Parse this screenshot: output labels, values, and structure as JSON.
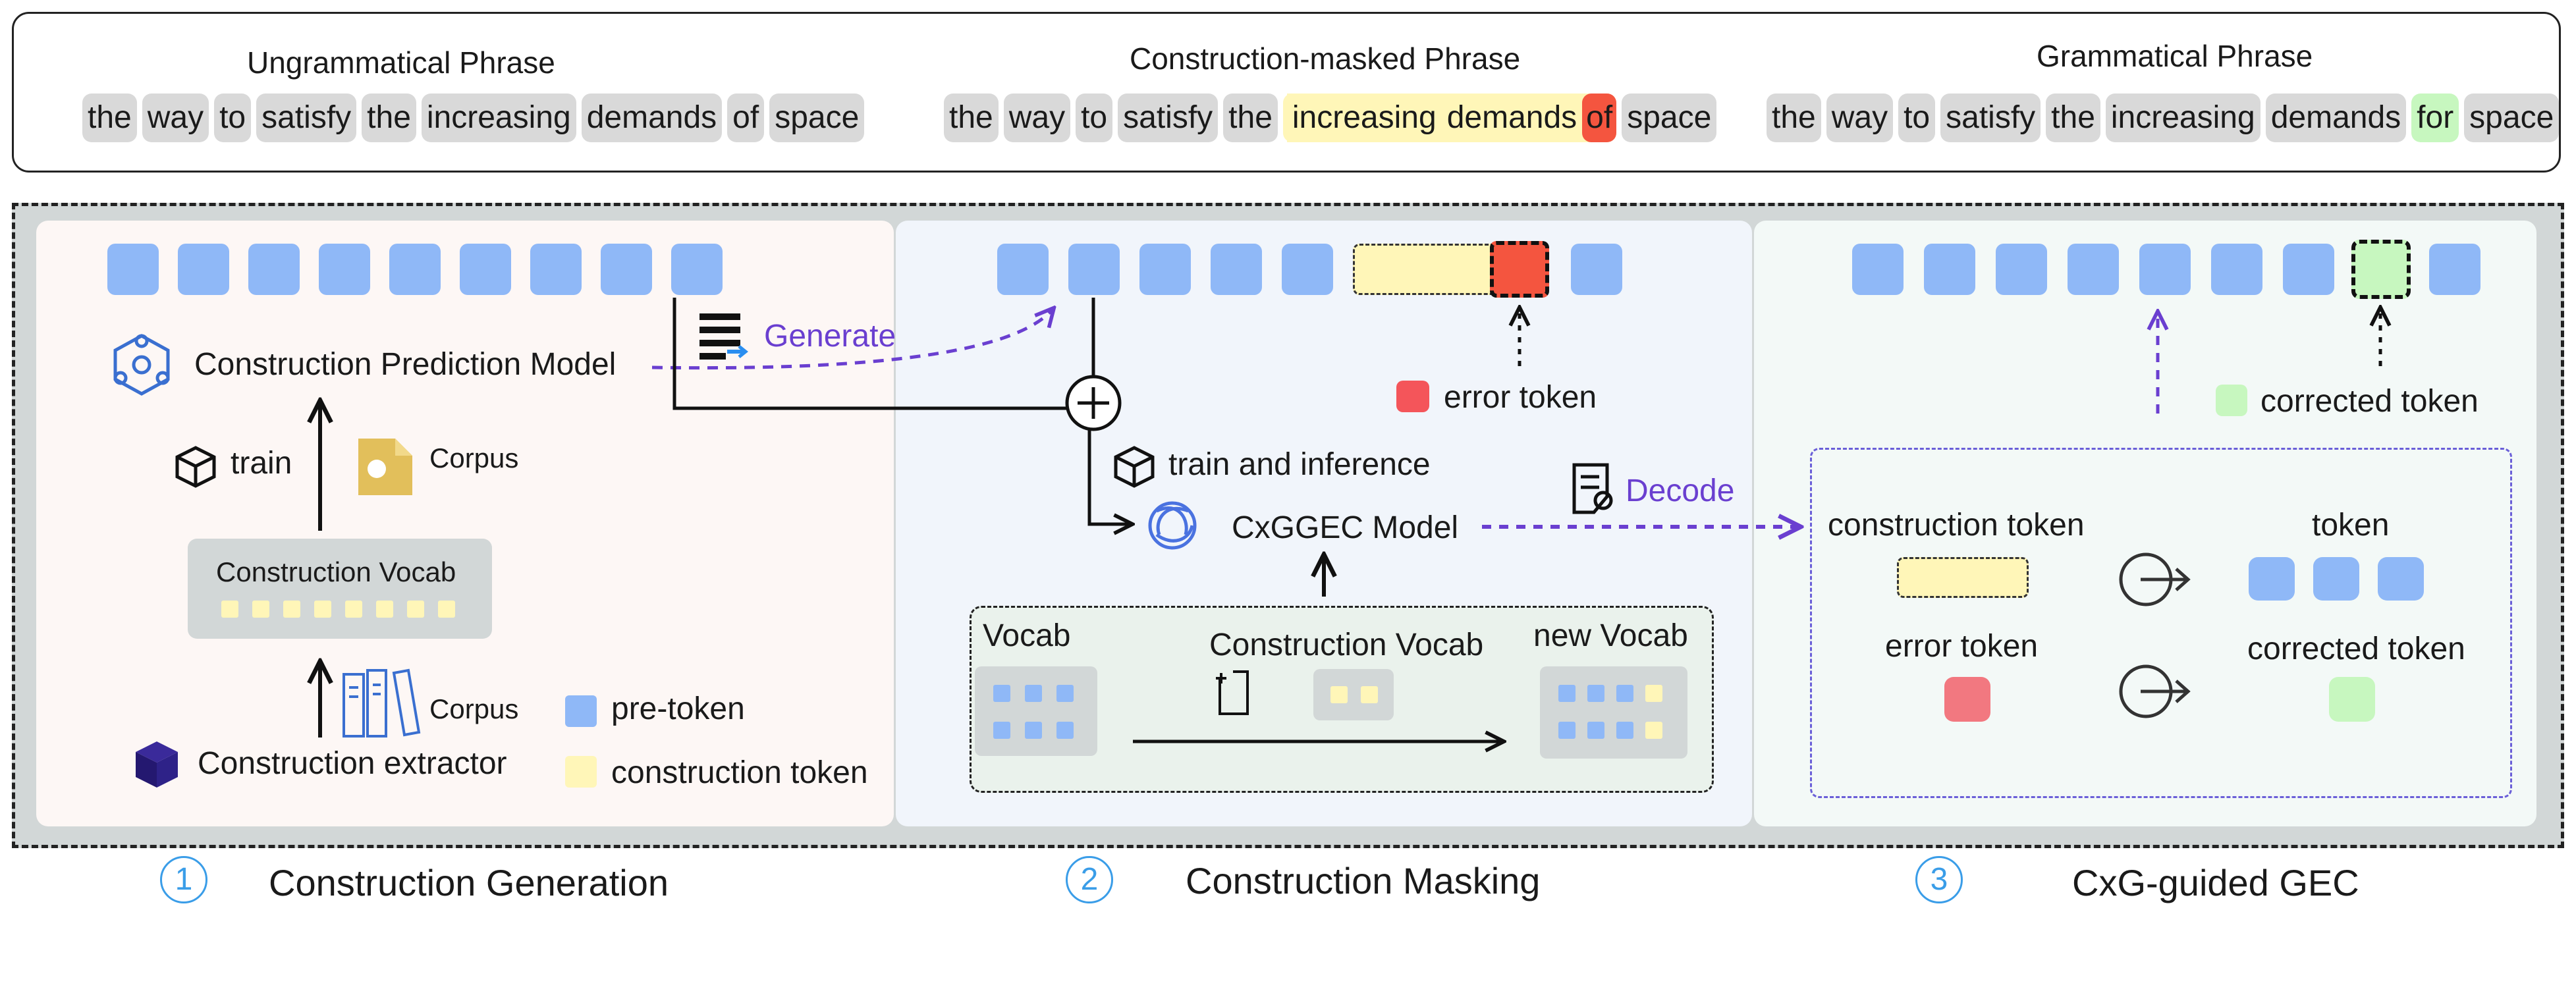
{
  "phrases": {
    "ungrammatical": {
      "title": "Ungrammatical Phrase",
      "tokens": [
        "the",
        "way",
        "to",
        "satisfy",
        "the",
        "increasing",
        "demands",
        "of",
        "space"
      ]
    },
    "masked": {
      "title": "Construction-masked Phrase",
      "tokens": [
        "the",
        "way",
        "to",
        "satisfy",
        "the",
        "increasing",
        "demands",
        "of",
        "space"
      ]
    },
    "grammatical": {
      "title": "Grammatical Phrase",
      "tokens": [
        "the",
        "way",
        "to",
        "satisfy",
        "the",
        "increasing",
        "demands",
        "for",
        "space"
      ]
    }
  },
  "panel1": {
    "prediction_model": "Construction Prediction Model",
    "generate": "Generate",
    "train": "train",
    "corpus_top": "Corpus",
    "construction_vocab": "Construction Vocab",
    "corpus_bottom": "Corpus",
    "extractor": "Construction extractor",
    "legend_pre_token": "pre-token",
    "legend_construction_token": "construction token"
  },
  "panel2": {
    "error_token": "error token",
    "train_inference": "train and inference",
    "model": "CxGGEC Model",
    "decode": "Decode",
    "vocab": "Vocab",
    "construction_vocab": "Construction Vocab",
    "new_vocab": "new Vocab"
  },
  "panel3": {
    "corrected_token": "corrected token",
    "construction_token": "construction token",
    "token": "token",
    "error_token": "error token",
    "corrected_token_2": "corrected token"
  },
  "sections": [
    {
      "number": "1",
      "title": "Construction Generation"
    },
    {
      "number": "2",
      "title": "Construction Masking"
    },
    {
      "number": "3",
      "title": "CxG-guided GEC"
    }
  ],
  "colors": {
    "pre_token": "#8fb8f7",
    "construction_token": "#fff6b8",
    "error_token": "#f4553f",
    "corrected_token": "#c7f7bf",
    "accent_purple": "#6a3fd0",
    "section_blue": "#3a9de8"
  }
}
